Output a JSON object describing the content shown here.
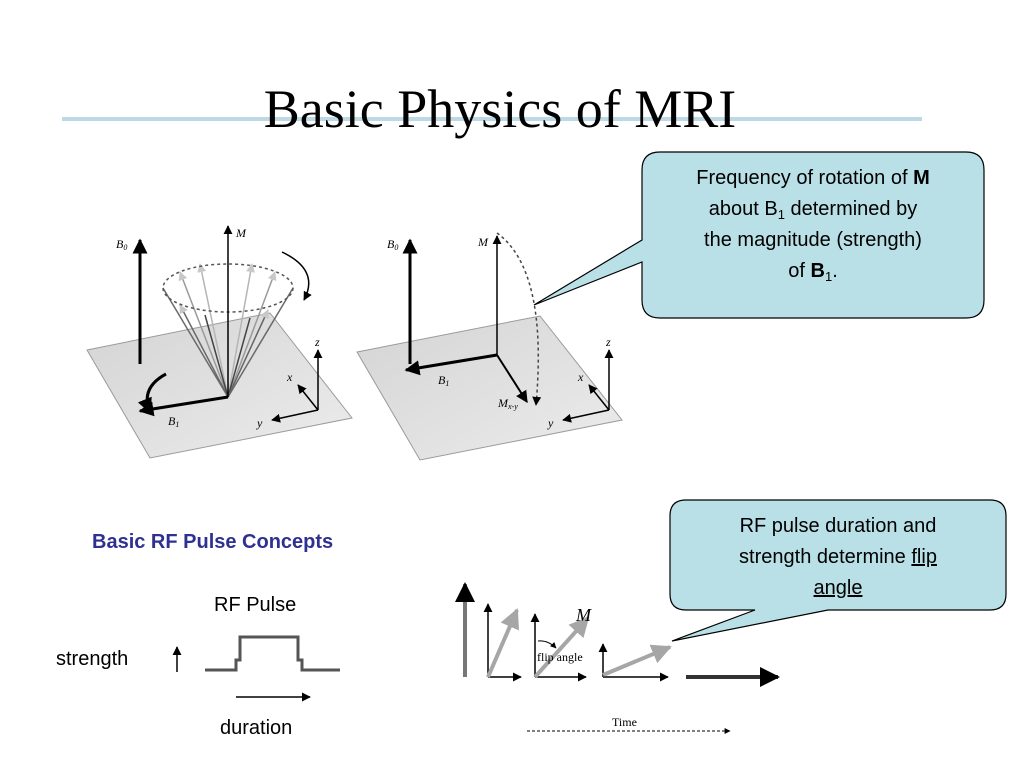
{
  "slide": {
    "title": "Basic Physics of MRI"
  },
  "callouts": {
    "rotation": {
      "line1_text": "Frequency of rotation of",
      "line1_bold": "M",
      "line2_pre": "about B",
      "line2_sub": "1",
      "line2_post": " determined by",
      "line3": "the magnitude (strength)",
      "line4_pre": "of ",
      "line4_bold": "B",
      "line4_sub": "1",
      "line4_post": "."
    },
    "flip": {
      "line1": "RF pulse duration and",
      "line2_pre": "strength determine ",
      "line2_link": "flip",
      "line3_link": "angle"
    }
  },
  "rf_section": {
    "heading": "Basic RF Pulse Concepts",
    "pulse_label": "RF Pulse",
    "strength_label": "strength",
    "duration_label": "duration"
  },
  "diagram_labels": {
    "b0": "B",
    "b0_sub": "0",
    "b1": "B",
    "b1_sub": "1",
    "m": "M",
    "mxy": "M",
    "mxy_sub": "x-y",
    "x": "x",
    "y": "y",
    "z": "z",
    "flip_angle": "flip angle",
    "time": "Time"
  },
  "colors": {
    "title_rule": "#bcd9e5",
    "callout_fill": "#b9e0e6",
    "heading": "#2f3192",
    "plane": "#dcdcdc"
  }
}
